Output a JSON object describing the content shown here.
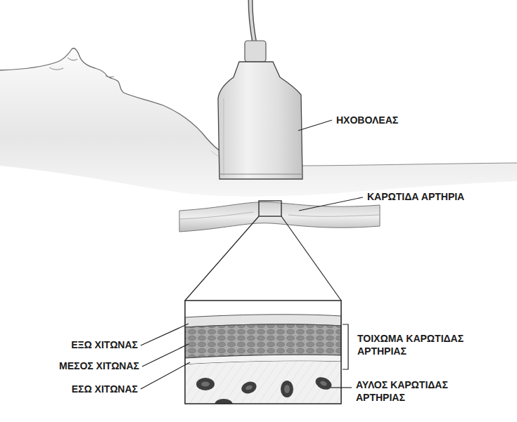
{
  "diagram": {
    "labels": [
      "ΗΧΟΒΟΛΕΑΣ",
      "ΚΑΡΩΤΙΔΑ ΑΡΤΗΡΙΑ",
      "ΕΞΩ ΧΙΤΩΝΑΣ",
      "ΜΕΣΟΣ ΧΙΤΩΝΑΣ",
      "ΕΣΩ ΧΙΤΩΝΑΣ",
      "ΤΟΙΧΩΜΑ ΚΑΡΩΤΙΔΑΣ ΑΡΤΗΡΙΑΣ",
      "ΑΥΛΟΣ ΚΑΡΩΤΙΔΑΣ ΑΡΤΗΡΙΑΣ"
    ]
  }
}
